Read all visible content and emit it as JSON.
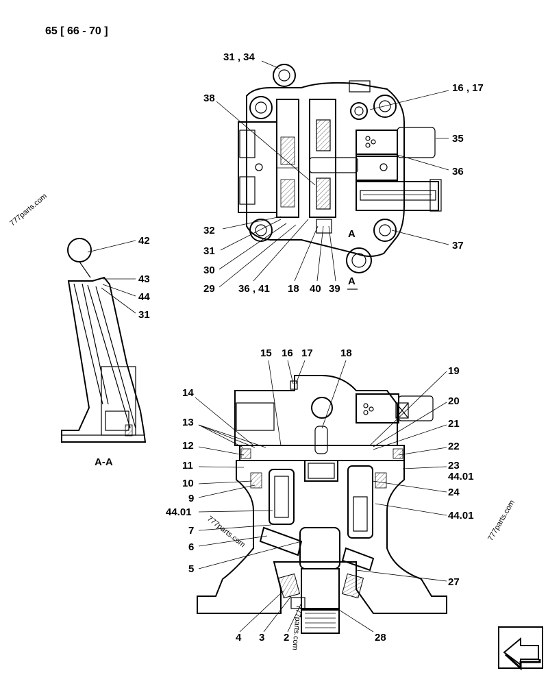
{
  "header": {
    "page_ref": "65 [ 66 - 70 ]"
  },
  "section_label": "A-A",
  "section_marker": "A",
  "watermarks": [
    "777parts.com",
    "777parts.com",
    "777parts.com",
    "777parts.com"
  ],
  "nav": {
    "icon": "back-arrow-icon"
  },
  "callouts_top": [
    "31 , 34",
    "16 , 17",
    "38",
    "35",
    "36",
    "32",
    "31",
    "37",
    "30",
    "29",
    "36 , 41",
    "18",
    "40",
    "39"
  ],
  "callouts_left": [
    "42",
    "43",
    "44",
    "31"
  ],
  "callouts_bottom": [
    "15",
    "16",
    "17",
    "18",
    "19",
    "14",
    "20",
    "13",
    "21",
    "12",
    "22",
    "11",
    "23",
    "44.01",
    "10",
    "24",
    "9",
    "44.01",
    "44.01",
    "7",
    "6",
    "5",
    "27",
    "4",
    "3",
    "2",
    "28"
  ]
}
